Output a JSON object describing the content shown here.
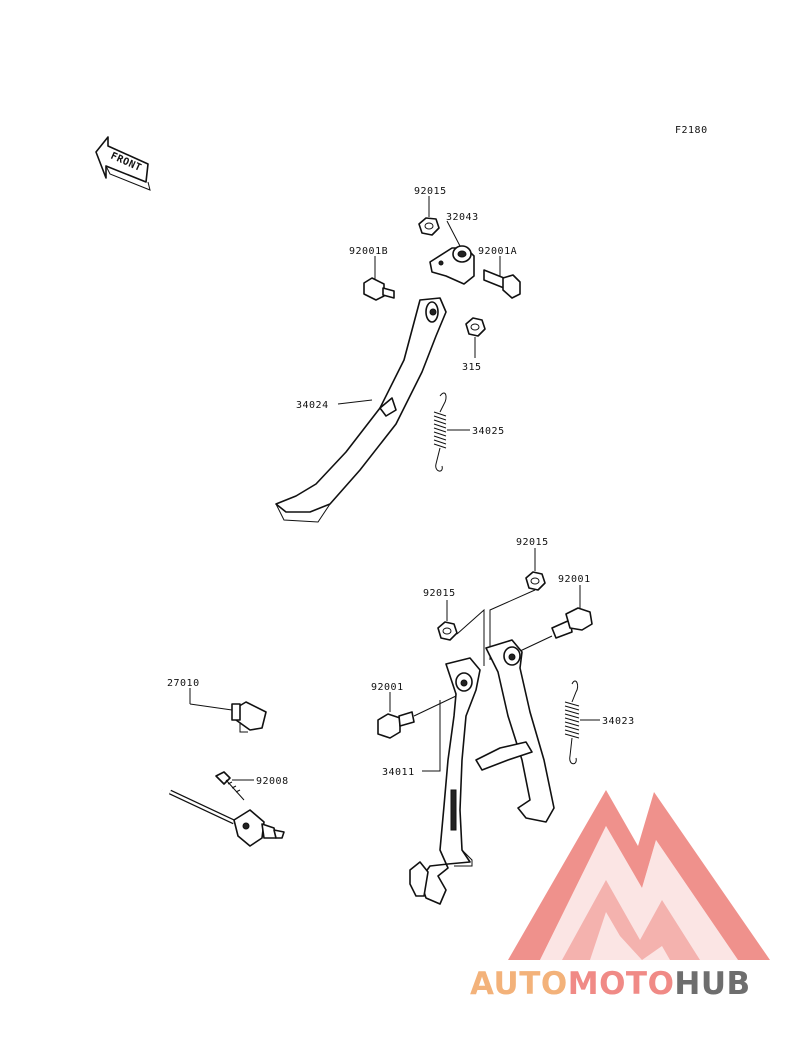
{
  "figure_code": "F2180",
  "front_arrow": {
    "label": "FRONT"
  },
  "labels": {
    "92015_top": "92015",
    "32043": "32043",
    "92001B": "92001B",
    "92001A": "92001A",
    "315": "315",
    "34024": "34024",
    "34025": "34025",
    "92015_right": "92015",
    "92015_left": "92015",
    "92001_right": "92001",
    "92001_left": "92001",
    "34023": "34023",
    "34011": "34011",
    "27010": "27010",
    "92008": "92008"
  },
  "watermark": {
    "part1": "AUTO",
    "part2": "MOTO",
    "part3": "HUB",
    "colors": {
      "auto": "#f3b27a",
      "moto": "#f08a86",
      "hub": "#6e6e6e",
      "logo": "#ef8c86"
    }
  }
}
